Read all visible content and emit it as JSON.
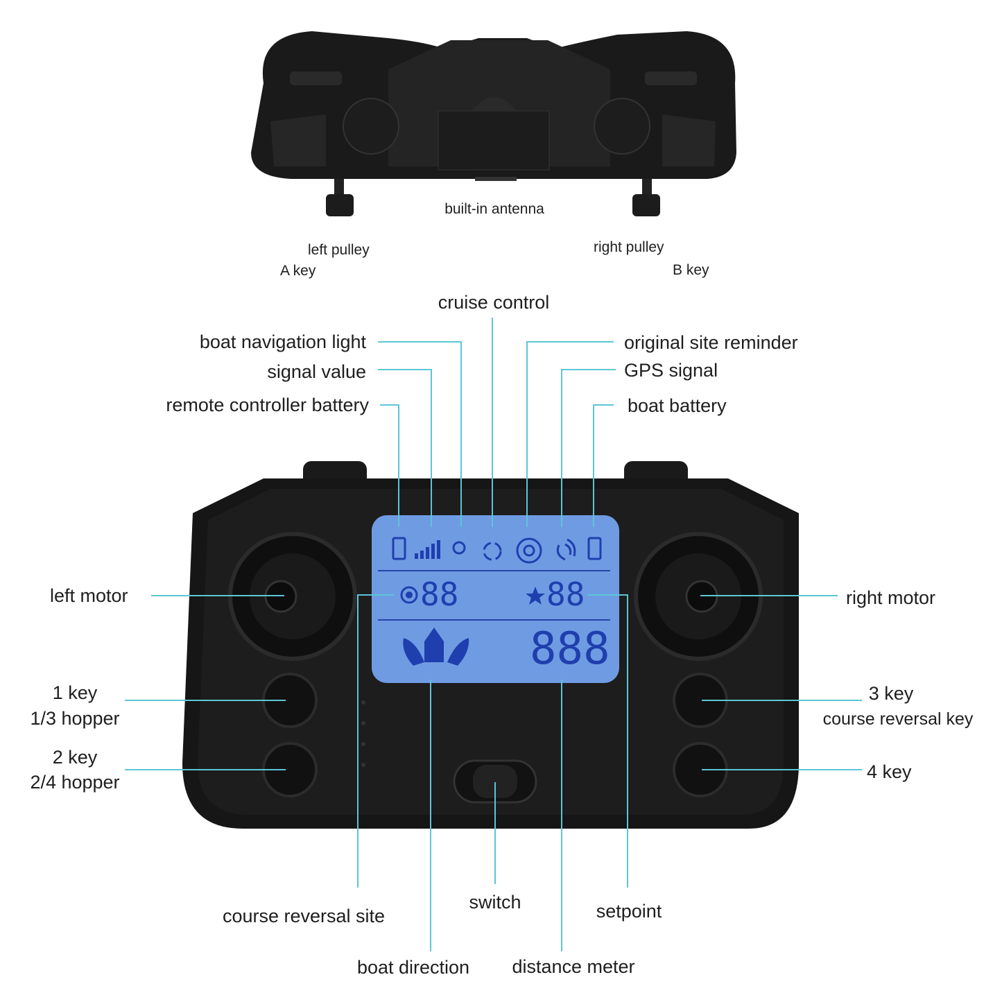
{
  "top_view": {
    "antenna": "built-in antenna",
    "left_pulley": "left pulley",
    "a_key": "A key",
    "right_pulley": "right pulley",
    "b_key": "B key"
  },
  "lcd_labels": {
    "cruise_control": "cruise control",
    "boat_navigation_light": "boat navigation light",
    "signal_value": "signal value",
    "remote_controller_battery": "remote controller battery",
    "original_site_reminder": "original site reminder",
    "gps_signal": "GPS signal",
    "boat_battery": "boat battery"
  },
  "lcd_display": {
    "left_counter": "88",
    "setpoint_counter": "88",
    "distance": "888"
  },
  "controls": {
    "left_motor": "left motor",
    "right_motor": "right motor",
    "key1": "1 key",
    "key1_sub": "1/3 hopper",
    "key2": "2 key",
    "key2_sub": "2/4 hopper",
    "key3": "3 key",
    "key3_sub": "course reversal key",
    "key4": "4 key"
  },
  "bottom_labels": {
    "course_reversal_site": "course reversal site",
    "switch": "switch",
    "setpoint": "setpoint",
    "boat_direction": "boat direction",
    "distance_meter": "distance meter"
  },
  "colors": {
    "callout": "#5cc6d6",
    "lcd": "#6f9be3",
    "lcd_ink": "#1f3fae",
    "body": "#161616"
  }
}
